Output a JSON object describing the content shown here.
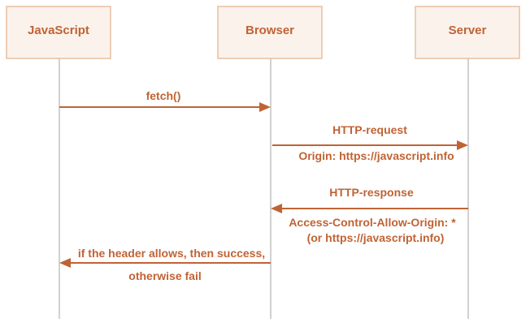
{
  "actors": [
    {
      "id": "javascript",
      "label": "JavaScript"
    },
    {
      "id": "browser",
      "label": "Browser"
    },
    {
      "id": "server",
      "label": "Server"
    }
  ],
  "messages": [
    {
      "from": "javascript",
      "to": "browser",
      "above": [
        "fetch()"
      ],
      "below": []
    },
    {
      "from": "browser",
      "to": "server",
      "above": [
        "HTTP-request"
      ],
      "below": [
        "Origin: https://javascript.info"
      ]
    },
    {
      "from": "server",
      "to": "browser",
      "above": [
        "HTTP-response"
      ],
      "below": [
        "Access-Control-Allow-Origin: *",
        "(or https://javascript.info)"
      ]
    },
    {
      "from": "browser",
      "to": "javascript",
      "above": [
        "if the header allows, then success,"
      ],
      "below": [
        "otherwise fail"
      ]
    }
  ],
  "colors": {
    "accent": "#c06334",
    "box_fill": "#fbf2ec",
    "box_stroke": "#e8c0a0",
    "lifeline": "#b8b8b8"
  }
}
